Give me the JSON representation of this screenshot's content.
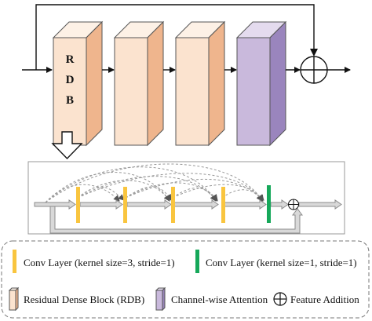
{
  "diagram": {
    "block_letters": [
      "R",
      "D",
      "B"
    ],
    "colors": {
      "rdb_front": "#fbe3cf",
      "rdb_side": "#efb58d",
      "rdb_top": "#fdf1e6",
      "attn_front": "#c9b9dc",
      "attn_side": "#9a85bd",
      "attn_top": "#e4dbee",
      "conv3": "#f9c53f",
      "conv1": "#16a85a",
      "arrow_gray": "#a6a6a6",
      "dashed": "#9a9a9a"
    }
  },
  "legend": {
    "conv3": "Conv Layer (kernel size=3, stride=1)",
    "conv1": "Conv Layer (kernel size=1, stride=1)",
    "rdb": "Residual Dense Block (RDB)",
    "attention": "Channel-wise Attention",
    "addition": "Feature Addition"
  }
}
